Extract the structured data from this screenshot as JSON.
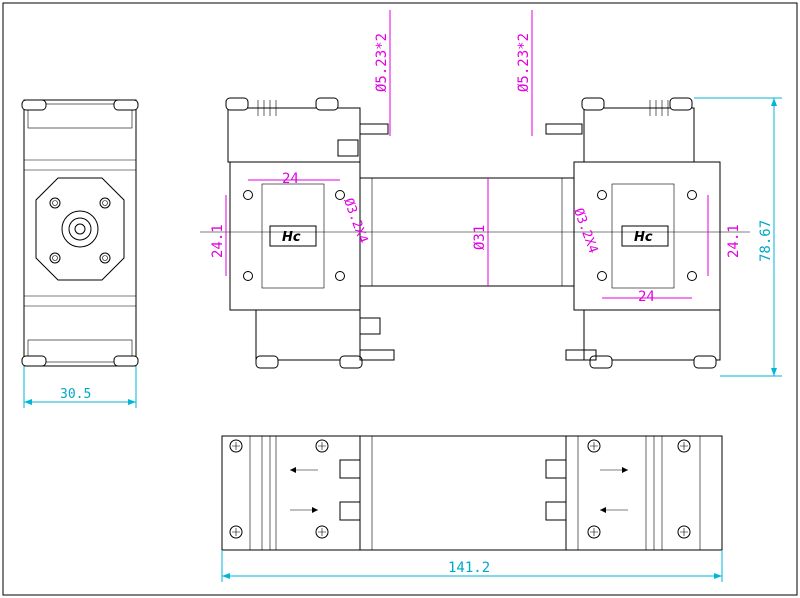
{
  "dimensions": {
    "side_width": "30.5",
    "total_length": "141.2",
    "overall_height": "78.67",
    "motor_diameter": "Ø31",
    "port_left": "Ø5.23*2",
    "port_right": "Ø5.23*2",
    "hole_spacing_left_h": "24",
    "hole_spacing_left_v": "24.1",
    "hole_spacing_right_h": "24",
    "hole_spacing_right_v": "24.1",
    "hole_callout_left": "Ø3.2X4",
    "hole_callout_right": "Ø3.2X4"
  },
  "colors": {
    "line": "#000000",
    "dimension_cyan": "#00b5d8",
    "dimension_magenta": "#e000e0"
  },
  "logos": {
    "left": "Hc",
    "right": "Hc"
  }
}
